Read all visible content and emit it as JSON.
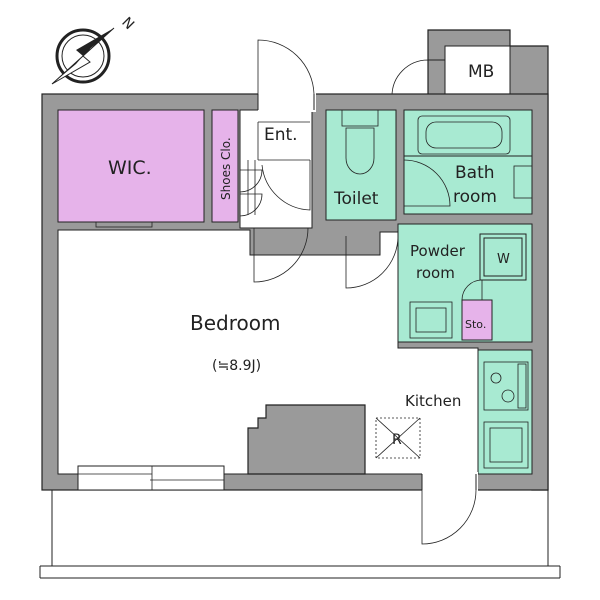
{
  "rooms": {
    "wic": "WIC.",
    "shoes_closet": "Shoes Clo.",
    "entrance": "Ent.",
    "toilet": "Toilet",
    "bath_line1": "Bath",
    "bath_line2": "room",
    "powder_line1": "Powder",
    "powder_line2": "room",
    "washer": "W",
    "storage": "Sto.",
    "bedroom": "Bedroom",
    "bedroom_area": "(≒8.9J)",
    "kitchen": "Kitchen",
    "fridge": "R",
    "meter_box": "MB"
  },
  "compass": {
    "north": "N"
  },
  "colors": {
    "wall": "#9a9a9a",
    "pink_room": "#e6b3ea",
    "teal_room": "#a8ead2"
  }
}
